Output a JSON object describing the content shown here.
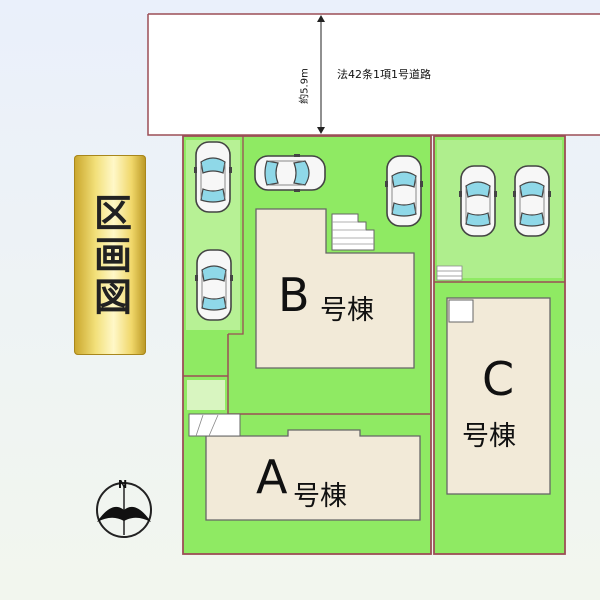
{
  "plan_title": "区画図",
  "road": {
    "label": "法42条1項1号道路",
    "width": "約5.9m"
  },
  "buildings": [
    {
      "letter": "B",
      "suffix": "号棟"
    },
    {
      "letter": "A",
      "suffix": "号棟"
    },
    {
      "letter": "C",
      "suffix": "号棟"
    }
  ],
  "compass": {
    "north": "N"
  },
  "colors": {
    "lot_green": "#8fea63",
    "building_beige": "#f2ead8",
    "boundary_brown": "#9b4e56",
    "parking_pale_green": "#d8f5c0",
    "title_gold": "#e8cf5a"
  }
}
